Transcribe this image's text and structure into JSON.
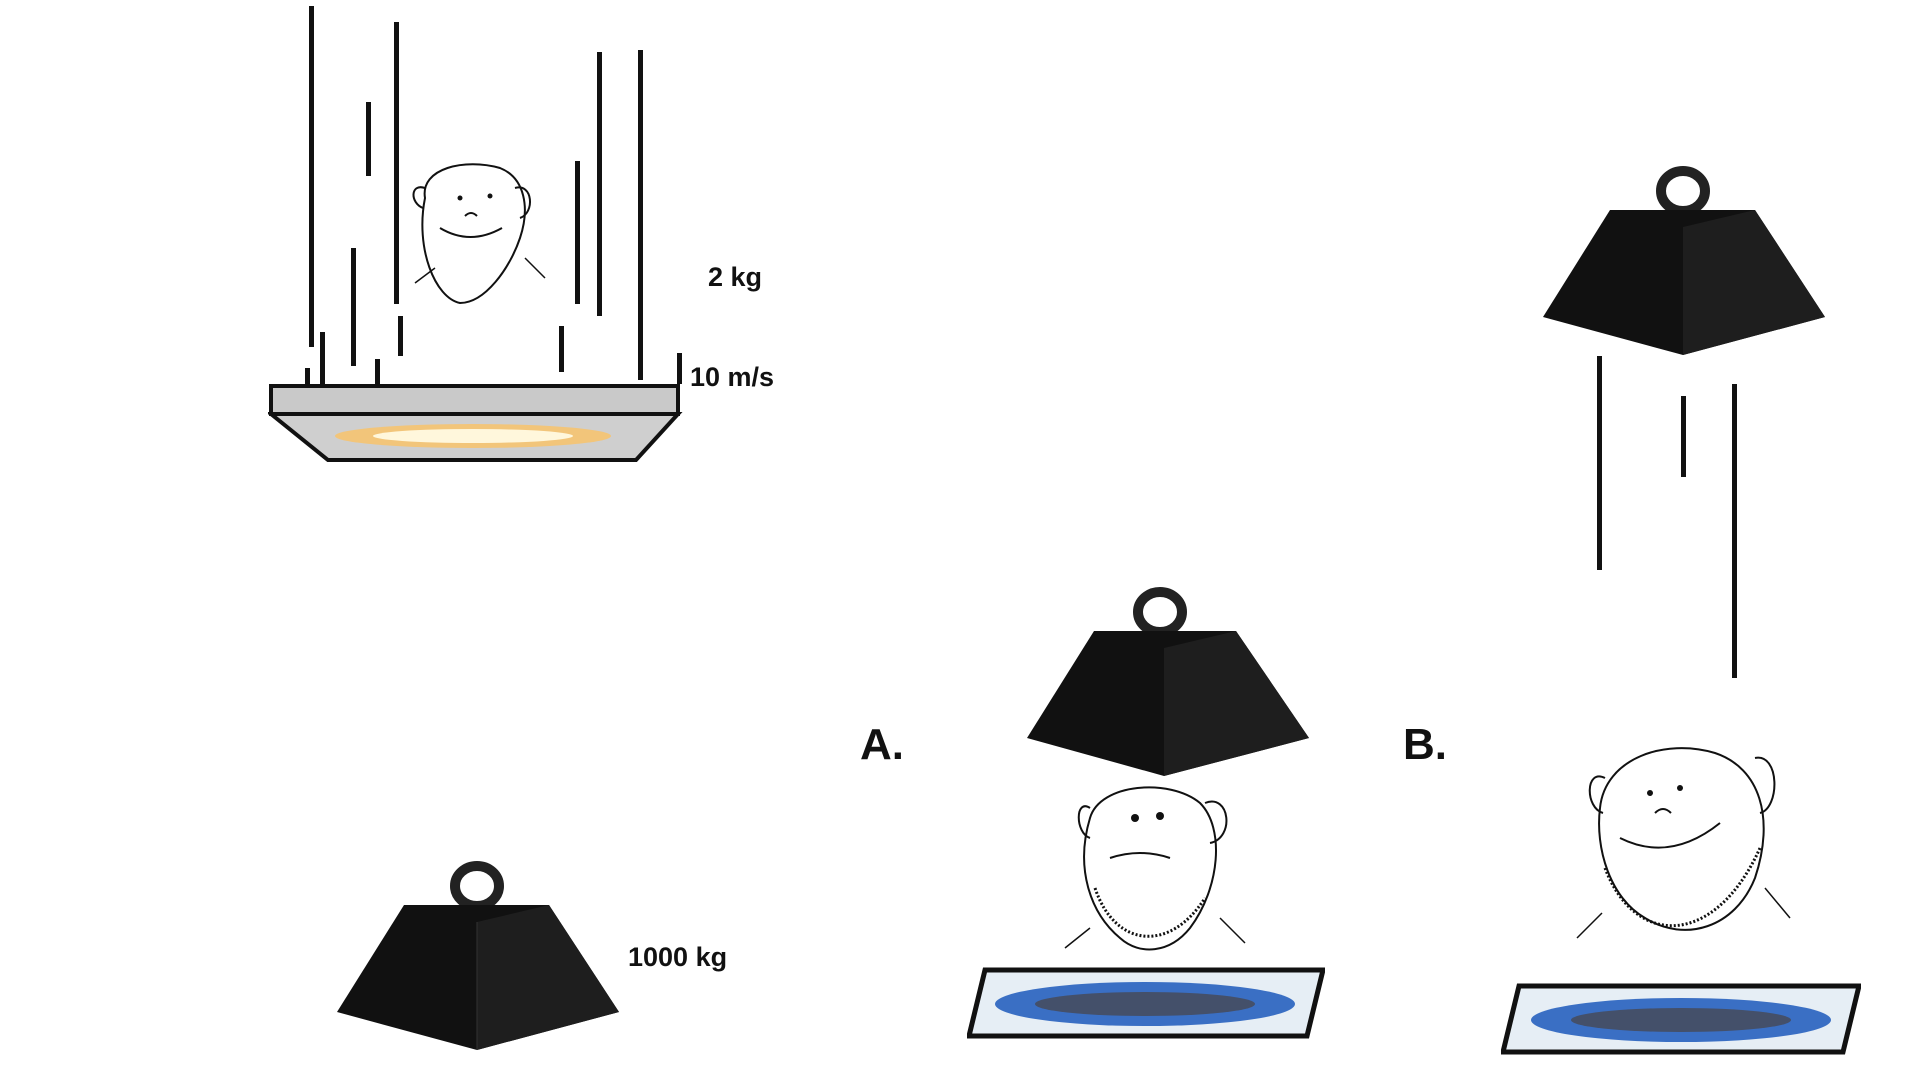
{
  "labels": {
    "small_mass": "2 kg",
    "speed": "10 m/s",
    "large_mass": "1000 kg",
    "option_a": "A.",
    "option_b": "B."
  },
  "colors": {
    "weight": "#111111",
    "platform_glow": "#f2c57a",
    "platform_blue": "#3a6fc4"
  }
}
